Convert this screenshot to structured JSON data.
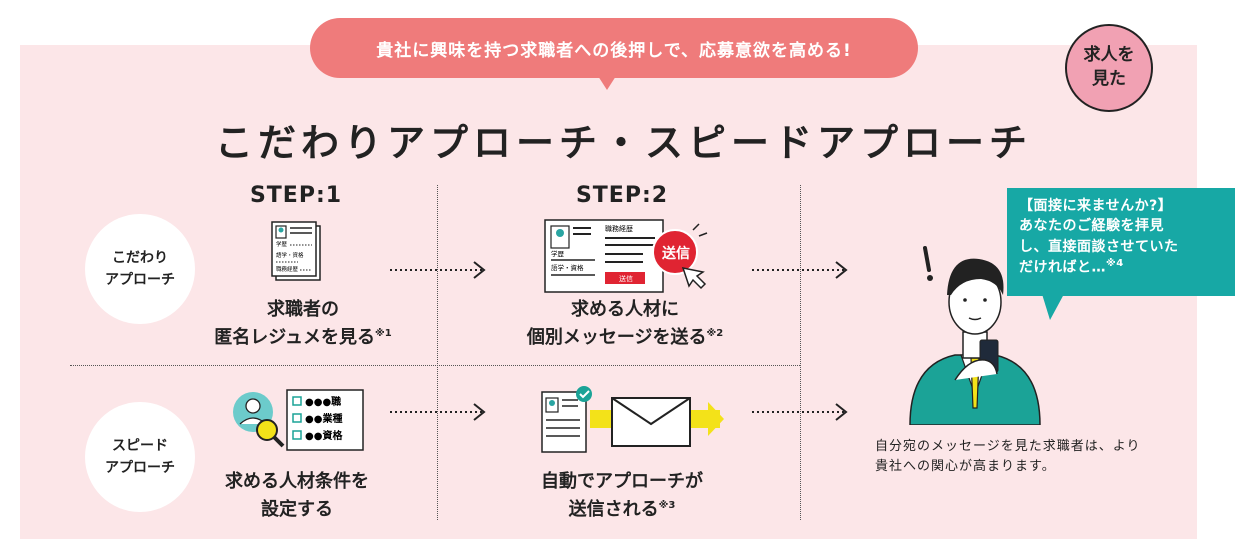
{
  "banner": "貴社に興味を持つ求職者への後押しで、応募意欲を高める!",
  "badge": "求人を\n見た",
  "title": "こだわりアプローチ・スピードアプローチ",
  "steps": {
    "step1": "STEP:1",
    "step2": "STEP:2"
  },
  "rows": {
    "kodawari": "こだわり\nアプローチ",
    "speed": "スピード\nアプローチ"
  },
  "captions": {
    "k1": "求職者の\n匿名レジュメを見る",
    "k1_note": "※1",
    "k2": "求める人材に\n個別メッセージを送る",
    "k2_note": "※2",
    "s1": "求める人材条件を\n設定する",
    "s2": "自動でアプローチが\n送信される",
    "s2_note": "※3"
  },
  "icon_text": {
    "resume_edu": "学歴",
    "resume_lang": "語学・資格",
    "resume_work": "職務経歴",
    "msg_work": "職務経歴",
    "msg_edu": "学歴",
    "msg_lang": "語学・資格",
    "msg_send": "送信",
    "send_bubble": "送信",
    "cond1": "●●●職",
    "cond2": "●●業種",
    "cond3": "●●資格"
  },
  "speech": {
    "text": "【面接に来ませんか?】\nあなたのご経験を拝見\nし、直接面談させていた\nだければと…",
    "note": "※4"
  },
  "result": "自分宛のメッセージを見た求職者は、より貴社への関心が高まります。",
  "colors": {
    "panel": "#fce6e8",
    "banner": "#ef7b7b",
    "badge": "#f1a1b3",
    "speech": "#17a8a5",
    "send_red": "#e02432",
    "arrow_yellow": "#f3e219",
    "suit_green": "#1ba397"
  }
}
